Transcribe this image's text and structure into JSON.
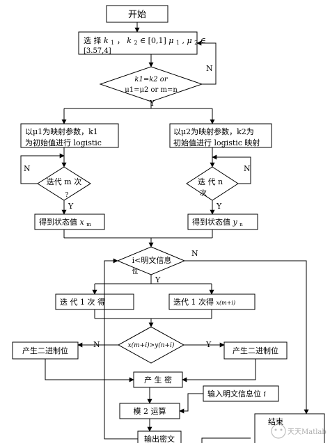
{
  "diagram": {
    "start": "开始",
    "select": {
      "line1_a": "选 择 ",
      "k1": "k",
      "k1_sub": "1",
      "line1_b": "，",
      "k2": "k",
      "k2_sub": "2",
      "line1_c": " ∈ [0,1]",
      "mu1": "μ",
      "mu1_sub": "1",
      "line1_d": ",",
      "mu2": "μ",
      "mu2_sub": "2",
      "line1_e": " ∈",
      "line2": "[3.57,4]"
    },
    "cond1": {
      "line1": "k1=k2 or",
      "line2": "μ1=μ2 or m=n"
    },
    "left_map": {
      "line1": "以μ1为映射参数，k1",
      "line2": "为初始值进行 logistic"
    },
    "right_map": {
      "line1": "以μ2为映射参数，k2为",
      "line2": "初始值进行 logistic 映射"
    },
    "iter_m": {
      "line1": "迭代 m 次",
      "line2": "?"
    },
    "iter_n": {
      "line1": "迭 代   n",
      "line2": "次"
    },
    "state_left": {
      "label": "得到状态值 ",
      "var": "x",
      "sub": "m"
    },
    "state_right": {
      "label": "得到状态值 ",
      "var": "y",
      "sub": "n"
    },
    "cond2": {
      "line1": "i<明文信息",
      "line2": "位"
    },
    "iter_once_left": "迭 代  1  次 得",
    "iter_once_right": {
      "label": "迭代 1 次得 ",
      "var": "x(m+i)"
    },
    "cond3": {
      "text": "x(m+i)>y(n+i)"
    },
    "bin_left": "产生二进制位",
    "bin_right": "产生二进制位",
    "gen_key": "产  生  密",
    "input_bit": {
      "label": "输入明文信息位 ",
      "var": "i"
    },
    "mod2": "模 2 运算",
    "output": "输出密文",
    "end": "结束",
    "labels": {
      "Y": "Y",
      "N": "N"
    },
    "watermark": "MATLAB",
    "watermark_cn": "天天Matlab"
  }
}
